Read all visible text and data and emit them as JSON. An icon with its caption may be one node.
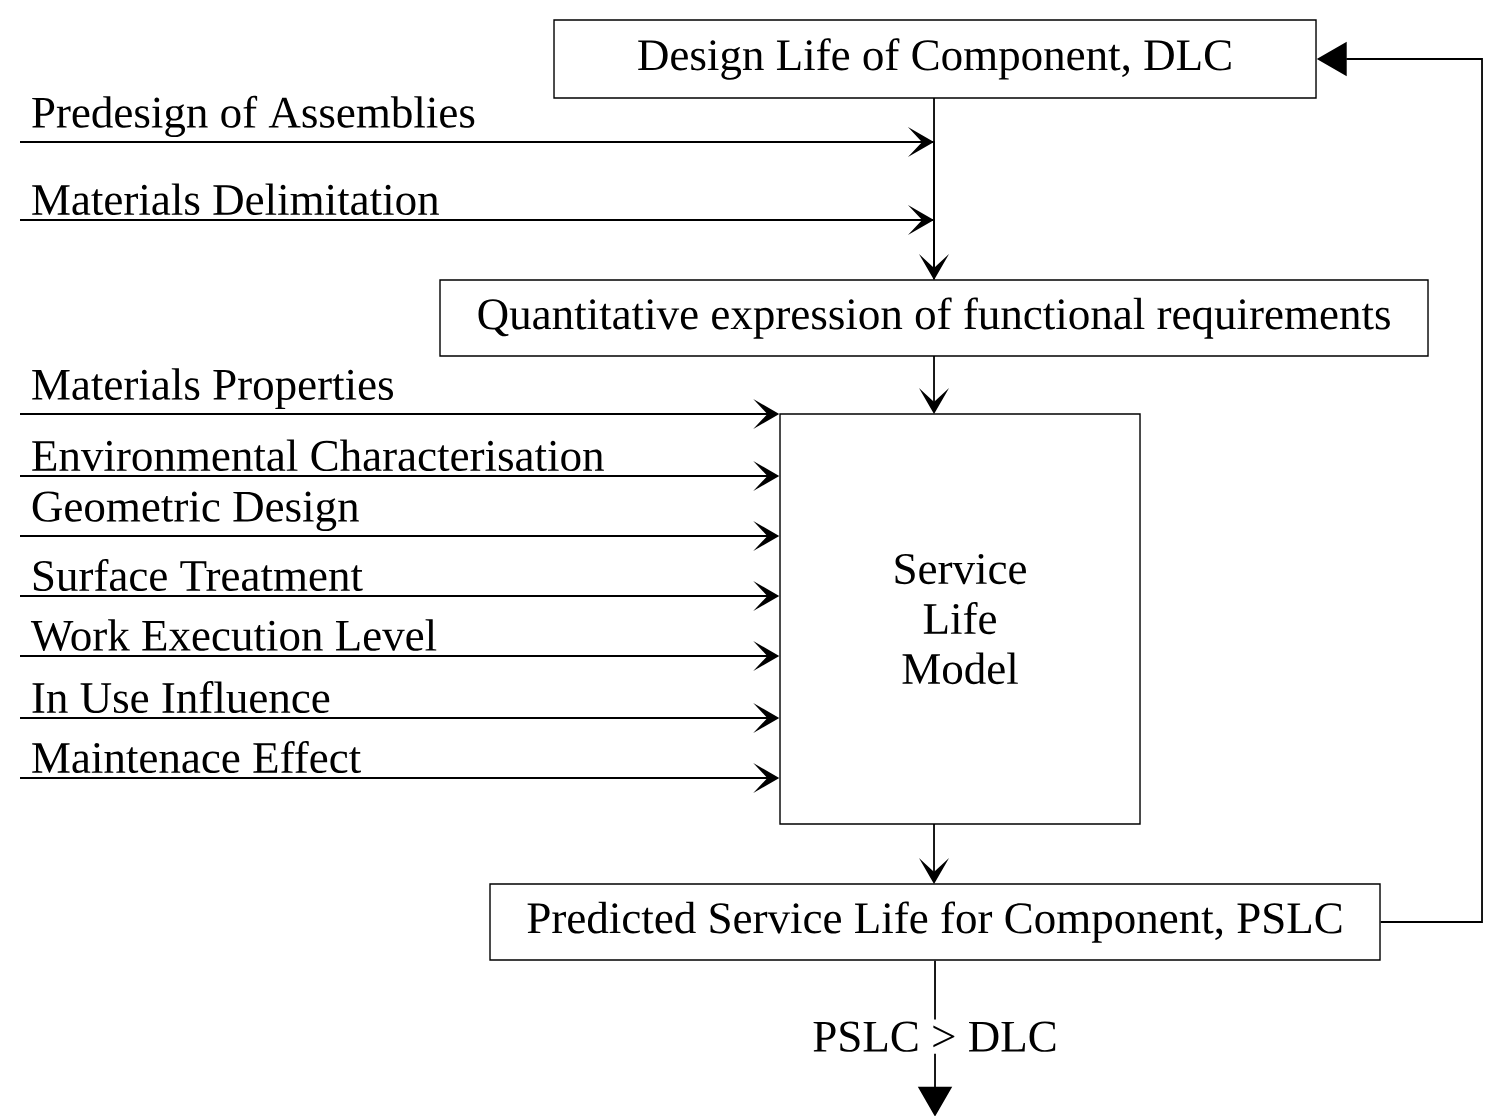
{
  "diagram": {
    "nodes": [
      {
        "text": [
          "Design Life of Component, DLC"
        ]
      },
      {
        "text": [
          "Predesign of Assemblies"
        ]
      },
      {
        "text": [
          "Materials Delimitation"
        ]
      },
      {
        "text": [
          "Quantitative expression of functional requirements"
        ]
      },
      {
        "text": [
          "Materials Properties"
        ]
      },
      {
        "text": [
          "Environmental Characterisation"
        ]
      },
      {
        "text": [
          "Geometric Design"
        ]
      },
      {
        "text": [
          "Surface Treatment"
        ]
      },
      {
        "text": [
          "Work Execution Level"
        ]
      },
      {
        "text": [
          "In Use Influence"
        ]
      },
      {
        "text": [
          "Maintenace Effect"
        ]
      },
      {
        "text": [
          "Service Life Model"
        ]
      },
      {
        "text": [
          "Predicted Service Life for Component, PSLC"
        ]
      }
    ],
    "edges": [
      {
        "from": 0,
        "to": 3,
        "arrow": "to"
      },
      {
        "from": 1,
        "to": 3,
        "arrow": "to"
      },
      {
        "from": 2,
        "to": 3,
        "arrow": "to"
      },
      {
        "from": 3,
        "to": 11,
        "arrow": "to"
      },
      {
        "from": 4,
        "to": 11,
        "arrow": "to"
      },
      {
        "from": 5,
        "to": 11,
        "arrow": "to"
      },
      {
        "from": 6,
        "to": 11,
        "arrow": "to"
      },
      {
        "from": 7,
        "to": 11,
        "arrow": "to"
      },
      {
        "from": 8,
        "to": 11,
        "arrow": "to"
      },
      {
        "from": 9,
        "to": 11,
        "arrow": "to"
      },
      {
        "from": 10,
        "to": 11,
        "arrow": "to"
      },
      {
        "from": 11,
        "to": 12,
        "arrow": "to"
      },
      {
        "from": 12,
        "to": 0,
        "arrow": "to"
      },
      {
        "from": 12,
        "to": null,
        "arrow": "to",
        "label": "PSLC > DLC"
      }
    ]
  }
}
